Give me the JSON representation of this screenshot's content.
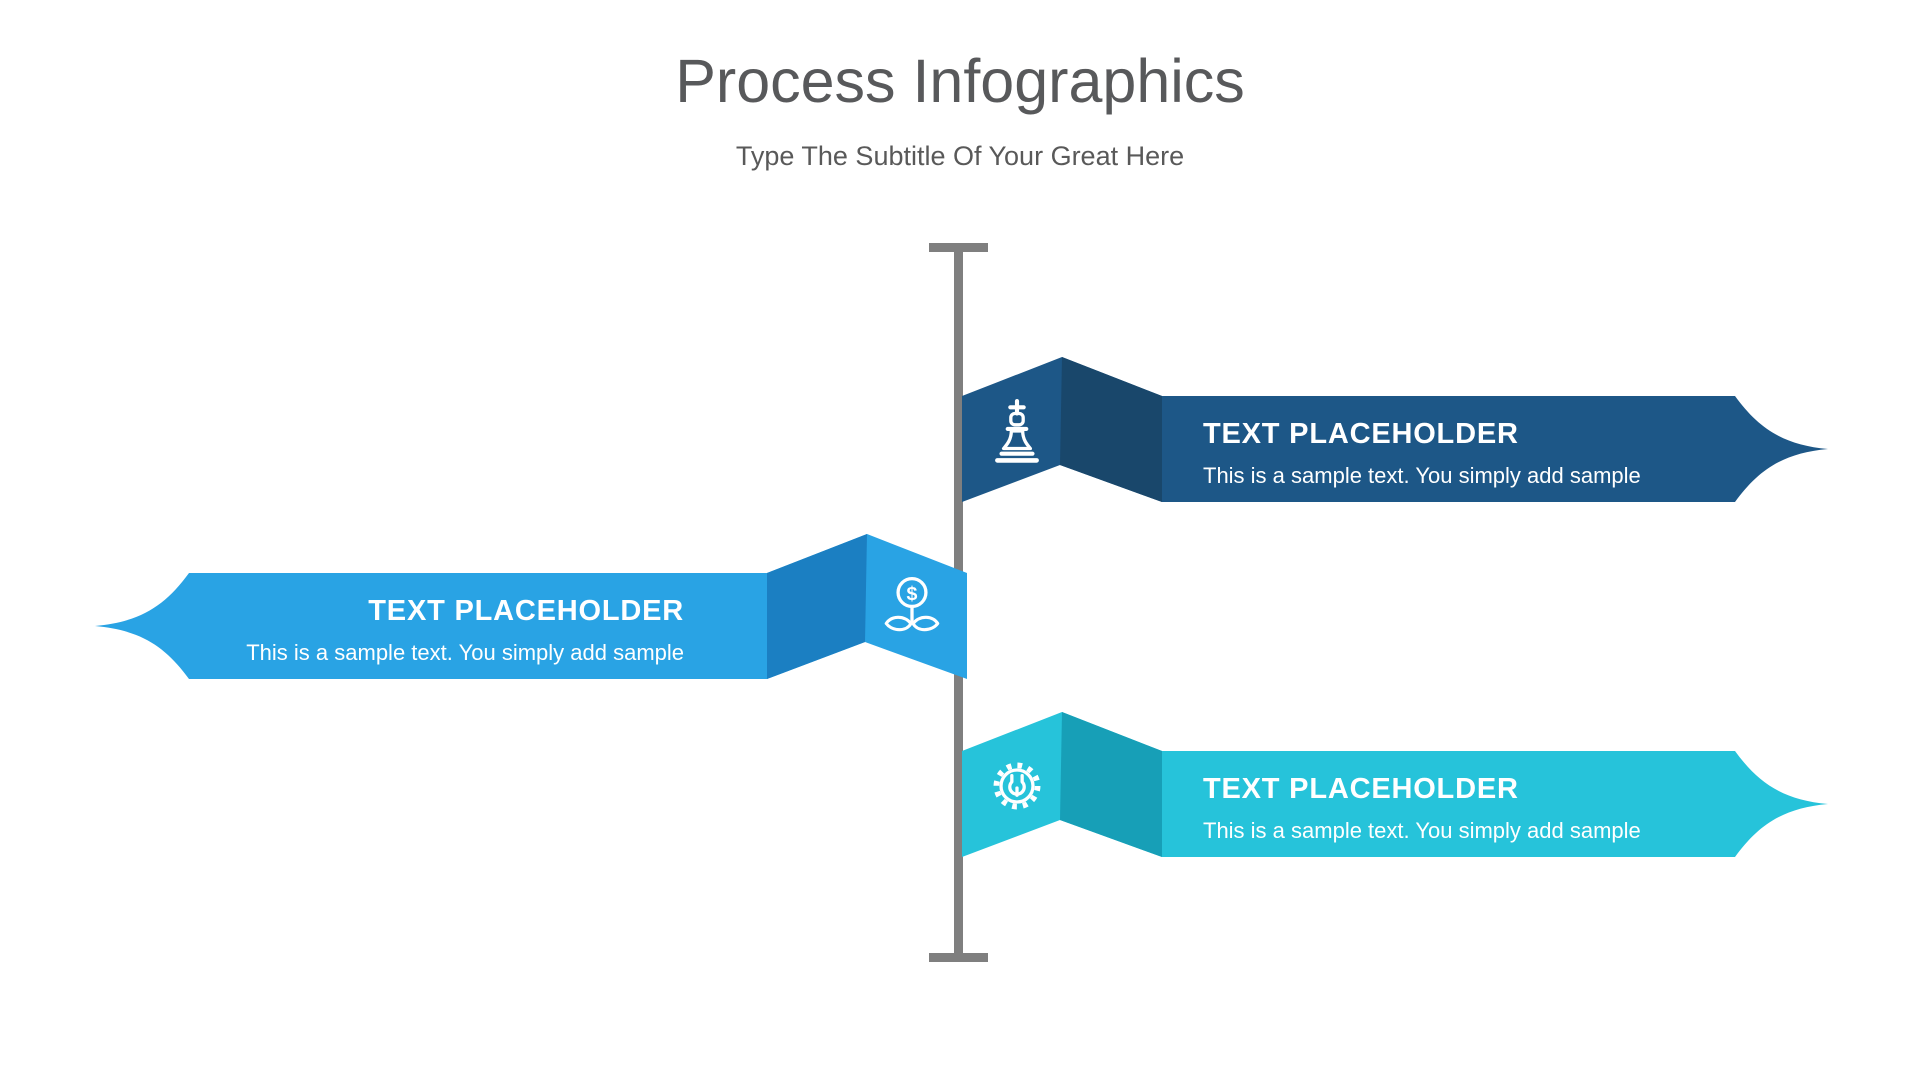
{
  "slide": {
    "title": "Process Infographics",
    "subtitle": "Type The Subtitle Of Your Great Here",
    "title_color": "#58595B",
    "background": "#FFFFFF",
    "timeline": {
      "color": "#7F7F7F"
    },
    "banners": [
      {
        "position": "top-right",
        "icon": "chess-king",
        "title": "TEXT PLACEHOLDER",
        "body": "This is a sample text. You simply add sample",
        "color_main": "#1D5787",
        "color_fold": "#19476B",
        "text_color": "#FFFFFF"
      },
      {
        "position": "middle-left",
        "icon": "money-growth",
        "title": "TEXT PLACEHOLDER",
        "body": "This is a sample text. You simply add sample",
        "color_main": "#29A3E4",
        "color_fold": "#1B7FC2",
        "text_color": "#FFFFFF"
      },
      {
        "position": "bottom-right",
        "icon": "gear-wrench",
        "title": "TEXT PLACEHOLDER",
        "body": "This is a sample text. You simply add sample",
        "color_main": "#26C3DA",
        "color_fold": "#179FB7",
        "text_color": "#FFFFFF"
      }
    ]
  }
}
